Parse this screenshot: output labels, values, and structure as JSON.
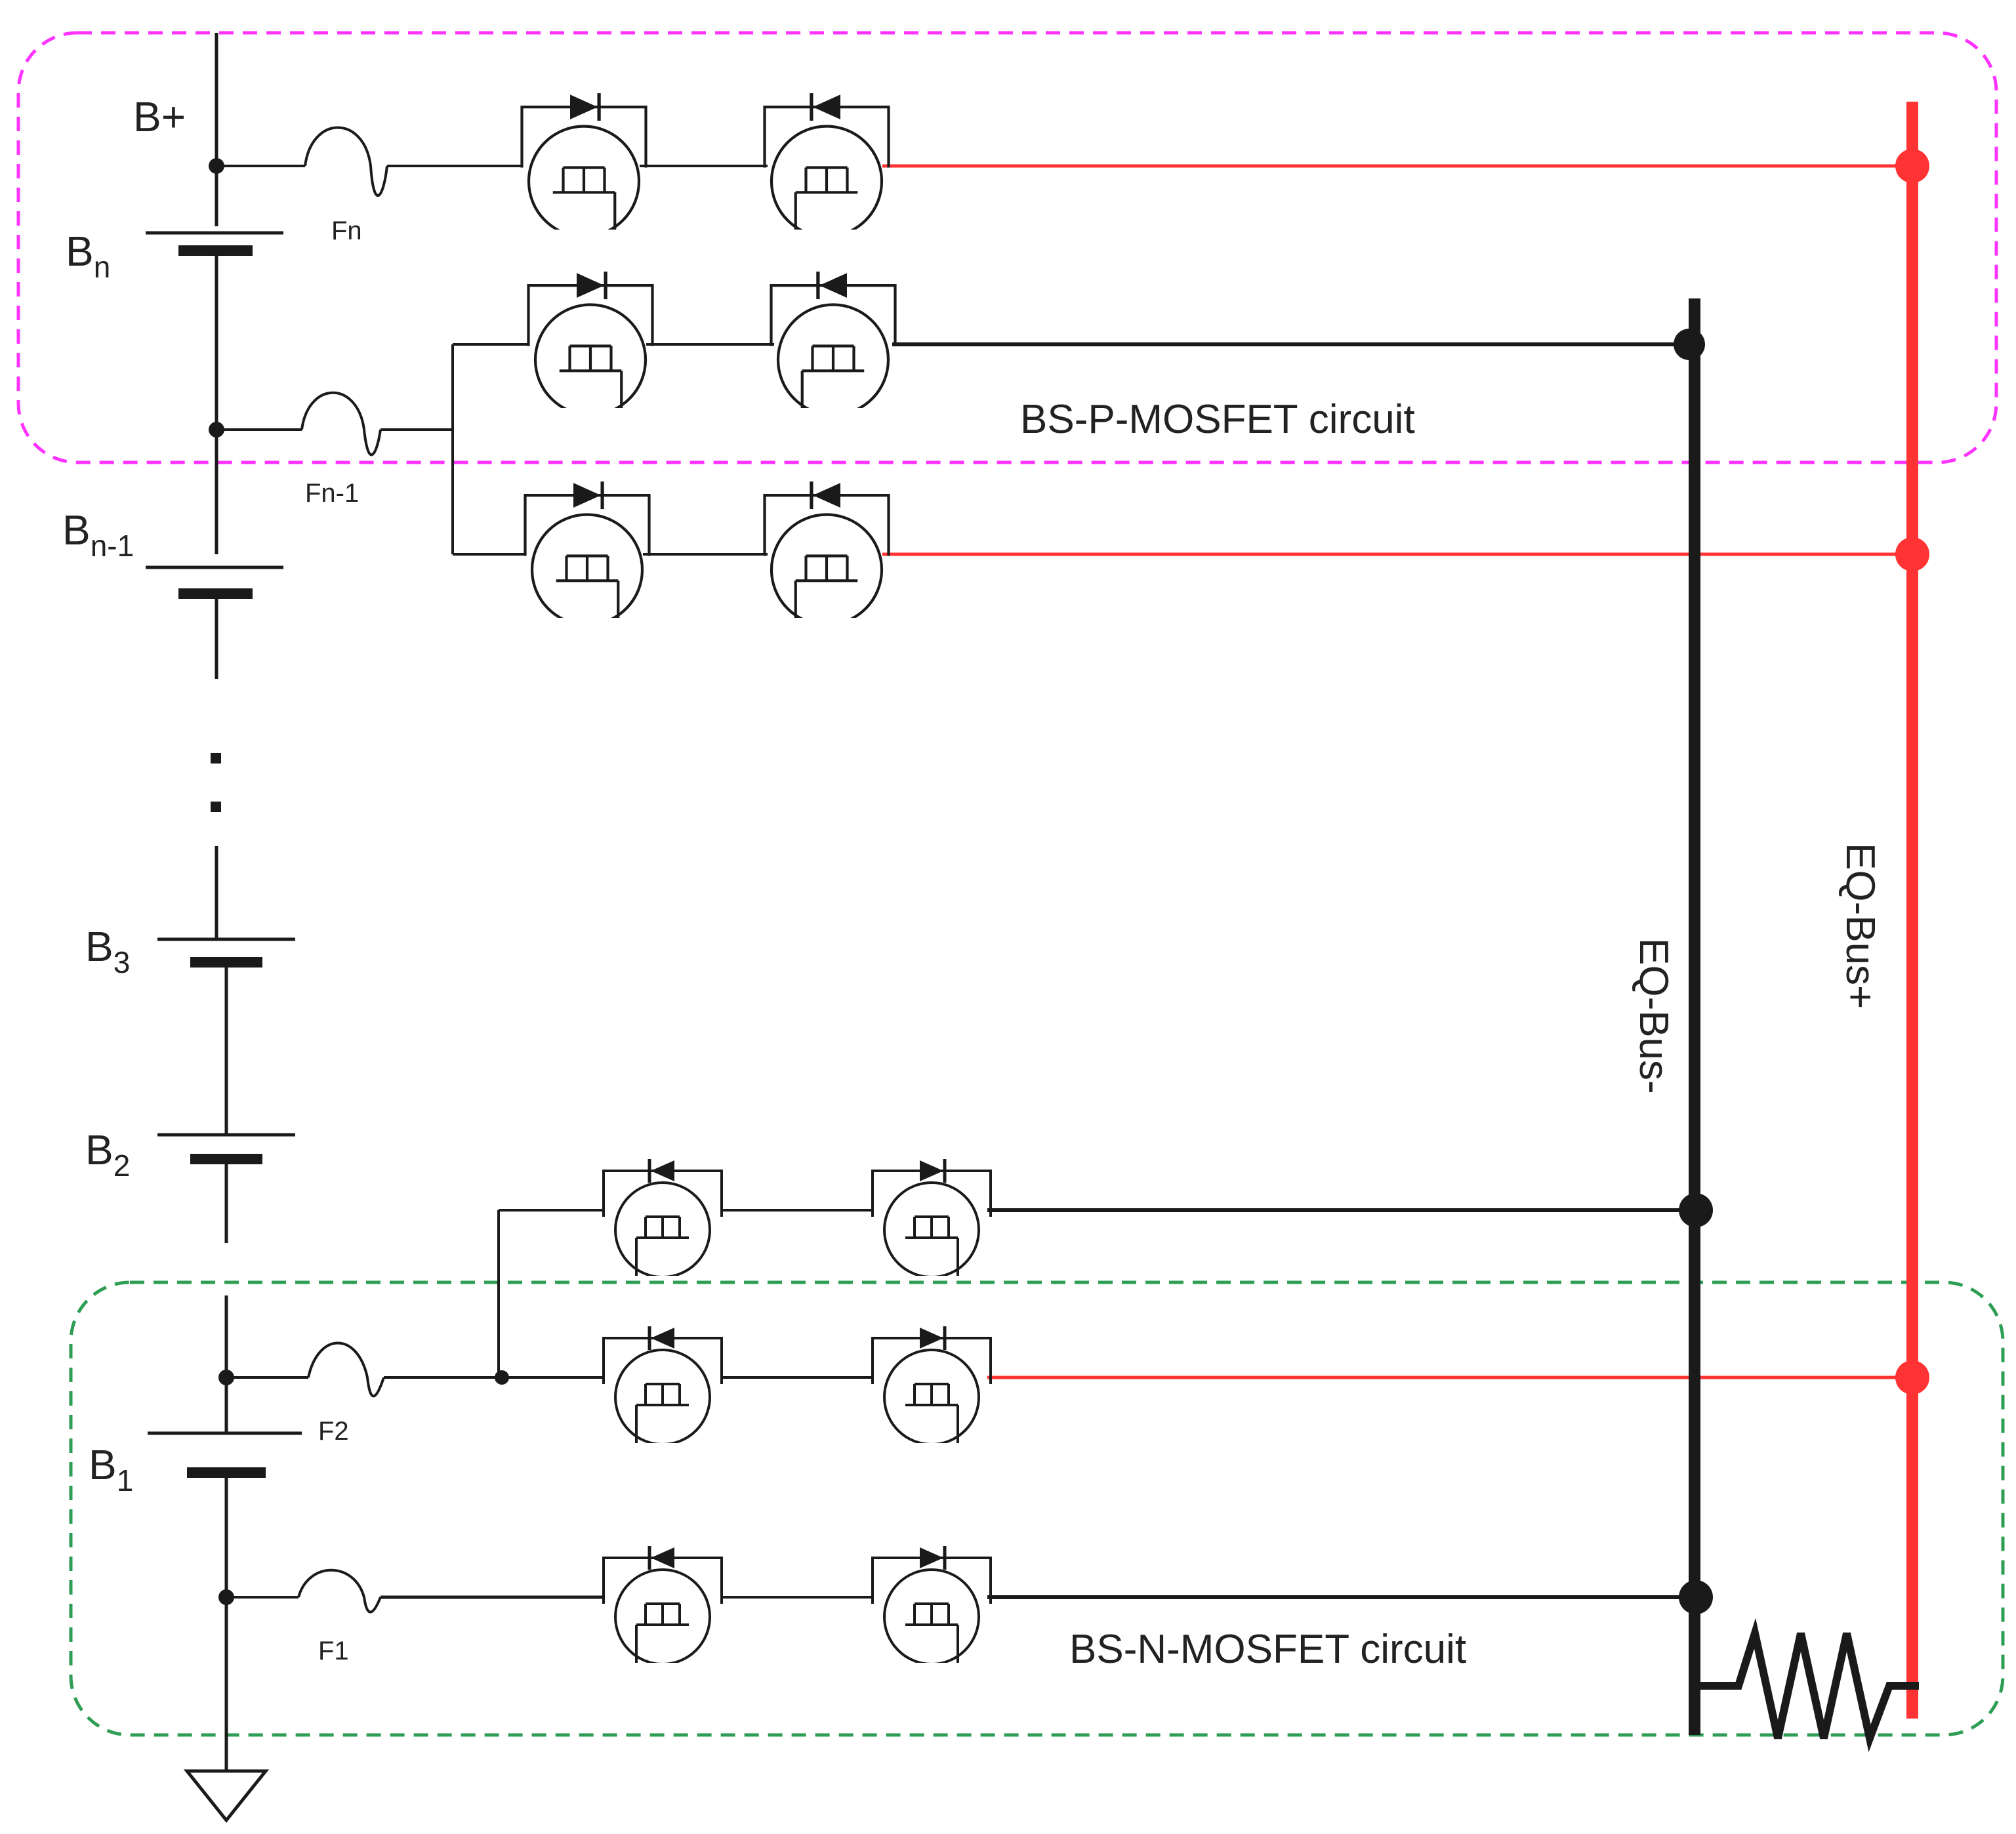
{
  "colors": {
    "wire": "#1a1a1a",
    "positive_bus": "#ff3333",
    "p_region_border": "#ff33ff",
    "n_region_border": "#2e9e55"
  },
  "labels": {
    "b_plus": "B+",
    "batteries": [
      {
        "main": "B",
        "sub": "n"
      },
      {
        "main": "B",
        "sub": "n-1"
      },
      {
        "main": "B",
        "sub": "3"
      },
      {
        "main": "B",
        "sub": "2"
      },
      {
        "main": "B",
        "sub": "1"
      }
    ],
    "fuses": [
      "Fn",
      "Fn-1",
      "F2",
      "F1"
    ],
    "ellipsis": ":"
  },
  "regions": {
    "p_circuit": "BS-P-MOSFET circuit",
    "n_circuit": "BS-N-MOSFET circuit"
  },
  "buses": {
    "negative": "EQ-Bus-",
    "positive": "EQ-Bus+"
  },
  "icons": {
    "battery": "battery-cell-icon",
    "fuse": "fuse-icon",
    "mosfet": "mosfet-icon",
    "ground": "ground-icon",
    "resistor": "resistor-icon"
  }
}
